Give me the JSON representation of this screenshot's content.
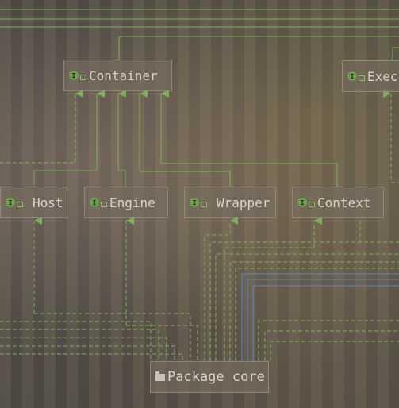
{
  "nodes": {
    "container": {
      "label": "Container",
      "kind": "interface"
    },
    "executor": {
      "label": "Execu",
      "kind": "interface"
    },
    "host": {
      "label": "Host",
      "kind": "interface"
    },
    "engine": {
      "label": "Engine",
      "kind": "interface"
    },
    "wrapper": {
      "label": "Wrapper",
      "kind": "interface"
    },
    "context": {
      "label": "Context",
      "kind": "interface"
    },
    "package": {
      "label": "Package core",
      "kind": "package"
    }
  },
  "badge_letter": "I",
  "colors": {
    "edge_green": "#7fae5b",
    "edge_blue": "#5a86c8",
    "node_text": "#d9d4cc",
    "badge_green": "#6f9d4e"
  }
}
